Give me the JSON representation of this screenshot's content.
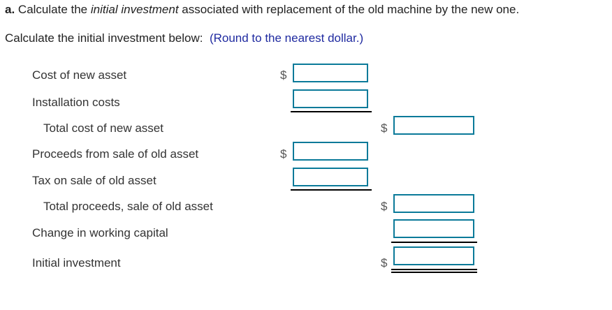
{
  "question": {
    "part_letter": "a.",
    "text_before": " Calculate the ",
    "emphasis": "initial investment",
    "text_after": " associated with replacement of the old machine by the new one.",
    "instruction": "Calculate the initial investment below:",
    "hint": "(Round to the nearest dollar.)"
  },
  "rows": [
    {
      "label": "Cost of new asset",
      "currency": "$",
      "value": ""
    },
    {
      "label": "Installation costs",
      "currency": "",
      "value": ""
    },
    {
      "label": "Total cost of new asset",
      "currency": "$",
      "value": ""
    },
    {
      "label": "Proceeds from sale of old asset",
      "currency": "$",
      "value": ""
    },
    {
      "label": "Tax on sale of old asset",
      "currency": "",
      "value": ""
    },
    {
      "label": "Total proceeds, sale of old asset",
      "currency": "$",
      "value": ""
    },
    {
      "label": "Change in working capital",
      "currency": "",
      "value": ""
    },
    {
      "label": "Initial investment",
      "currency": "$",
      "value": ""
    }
  ],
  "colors": {
    "input_border": "#0a7a99",
    "hint": "#1f2aa0"
  }
}
